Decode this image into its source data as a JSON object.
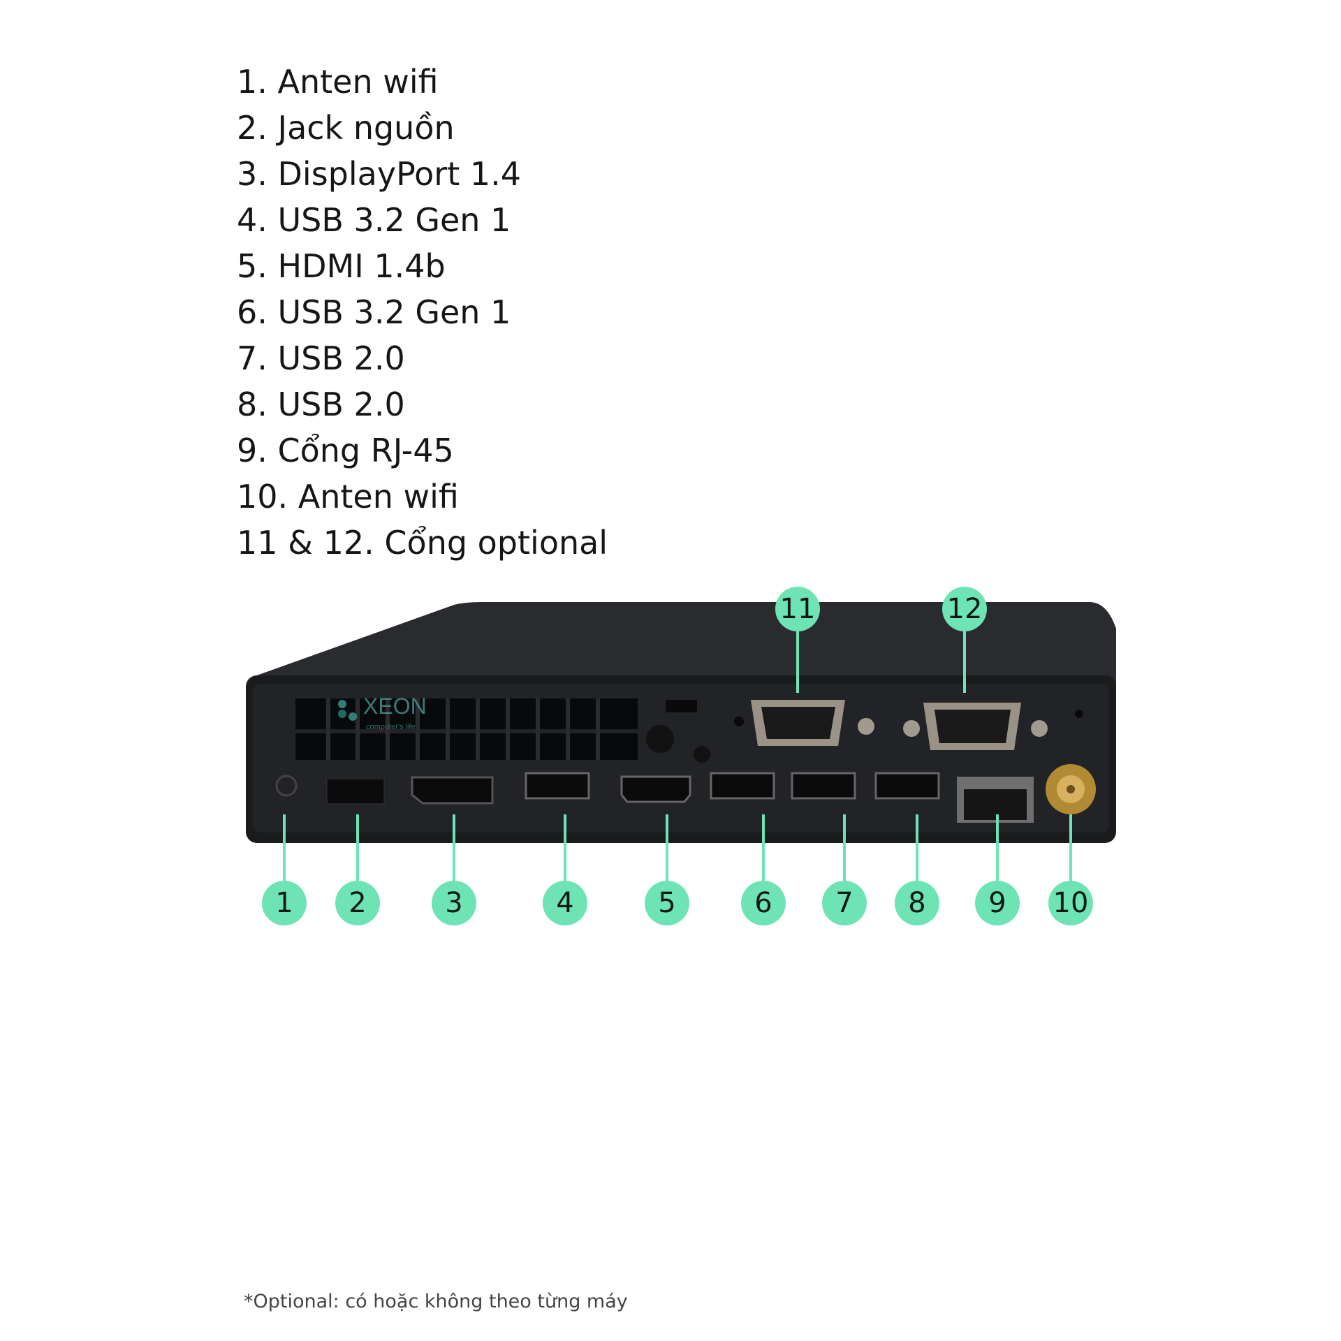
{
  "specs": [
    "1. Anten wifi",
    "2. Jack nguồn",
    "3. DisplayPort 1.4",
    "4. USB 3.2 Gen 1",
    "5. HDMI 1.4b",
    "6. USB 3.2 Gen 1",
    "7. USB 2.0",
    "8. USB 2.0",
    "9. Cổng RJ-45",
    "10. Anten wifi",
    "11 & 12. Cổng optional"
  ],
  "callouts_bottom": [
    "1",
    "2",
    "3",
    "4",
    "5",
    "6",
    "7",
    "8",
    "9",
    "10"
  ],
  "callouts_top": [
    "11",
    "12"
  ],
  "watermark": {
    "brand": "XEON",
    "tagline": "computer's life"
  },
  "footnote": "*Optional: có hoặc không theo từng máy",
  "colors": {
    "accent": "#6ee3b4",
    "chassis": "#1e1f21"
  }
}
